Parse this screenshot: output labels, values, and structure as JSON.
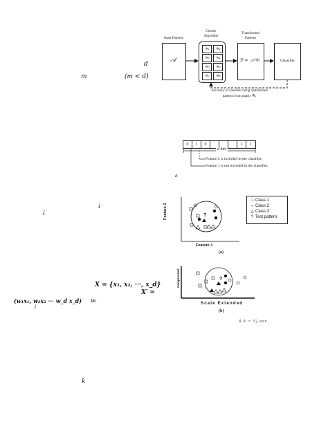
{
  "left_column": {
    "frag_d": "d",
    "frag_m": "m",
    "frag_m_lt_d": "(m < d)",
    "frag_i_1": "i",
    "frag_i_2": "i",
    "frag_X_eq": "X = {x₁, x₂, ···, x_d}",
    "frag_X_prime": "X′ =",
    "frag_weighted": "(w₁x₁, w₂x₂ ··· w_d x_d)",
    "frag_w_i": "wᵢ",
    "frag_i_3": "i",
    "frag_k": "k"
  },
  "fig_ga": {
    "input_title": "Input Patterns",
    "input_symbol": "𝒜",
    "ga_title_line1": "Genetic",
    "ga_title_line2": "Algorithm",
    "chromosomes": [
      "𝒲₁",
      "𝒲₂",
      "𝒲₃",
      "𝒲₄",
      "𝒲₅",
      "𝒲₆",
      "𝒲₇",
      "𝒲₈"
    ],
    "transformed_title_line1": "Transformed",
    "transformed_title_line2": "Patterns",
    "transformed_formula": "ℬ = 𝒜𝒲ᵢ",
    "classifier_label": "Classifier",
    "feedback_line1": "Accuracy of classifier using transformed",
    "feedback_line2": "patterns from matrix 𝒲ᵢ"
  },
  "fig_bits": {
    "bits": [
      "0",
      "1",
      "0",
      "",
      "",
      "",
      "1",
      "1"
    ],
    "span_label": "d bits",
    "note_feature2": "Feature 2 is included in the classifier.",
    "note_feature1": "Feature 1 is not included in the classifier.",
    "caption_frag": "d-"
  },
  "fig_scatter_a": {
    "ylabel": "Feature 2",
    "xlabel": "Feature 1",
    "panel": "(a)",
    "test_mark": "?",
    "legend": [
      {
        "marker": "□",
        "label": "Class 1"
      },
      {
        "marker": "○",
        "label": "Class 2"
      },
      {
        "marker": "△",
        "label": "Class 3"
      },
      {
        "marker": "?",
        "label": "Test pattern"
      }
    ]
  },
  "fig_scatter_b": {
    "ylabel": "Compressed",
    "xlabel": "Scale Extended",
    "panel": "(b)",
    "test_mark": "?"
  },
  "right_fragment": "k  k  =  5)  ear",
  "colors": {
    "ink": "#111111",
    "dashed": "#222222"
  }
}
